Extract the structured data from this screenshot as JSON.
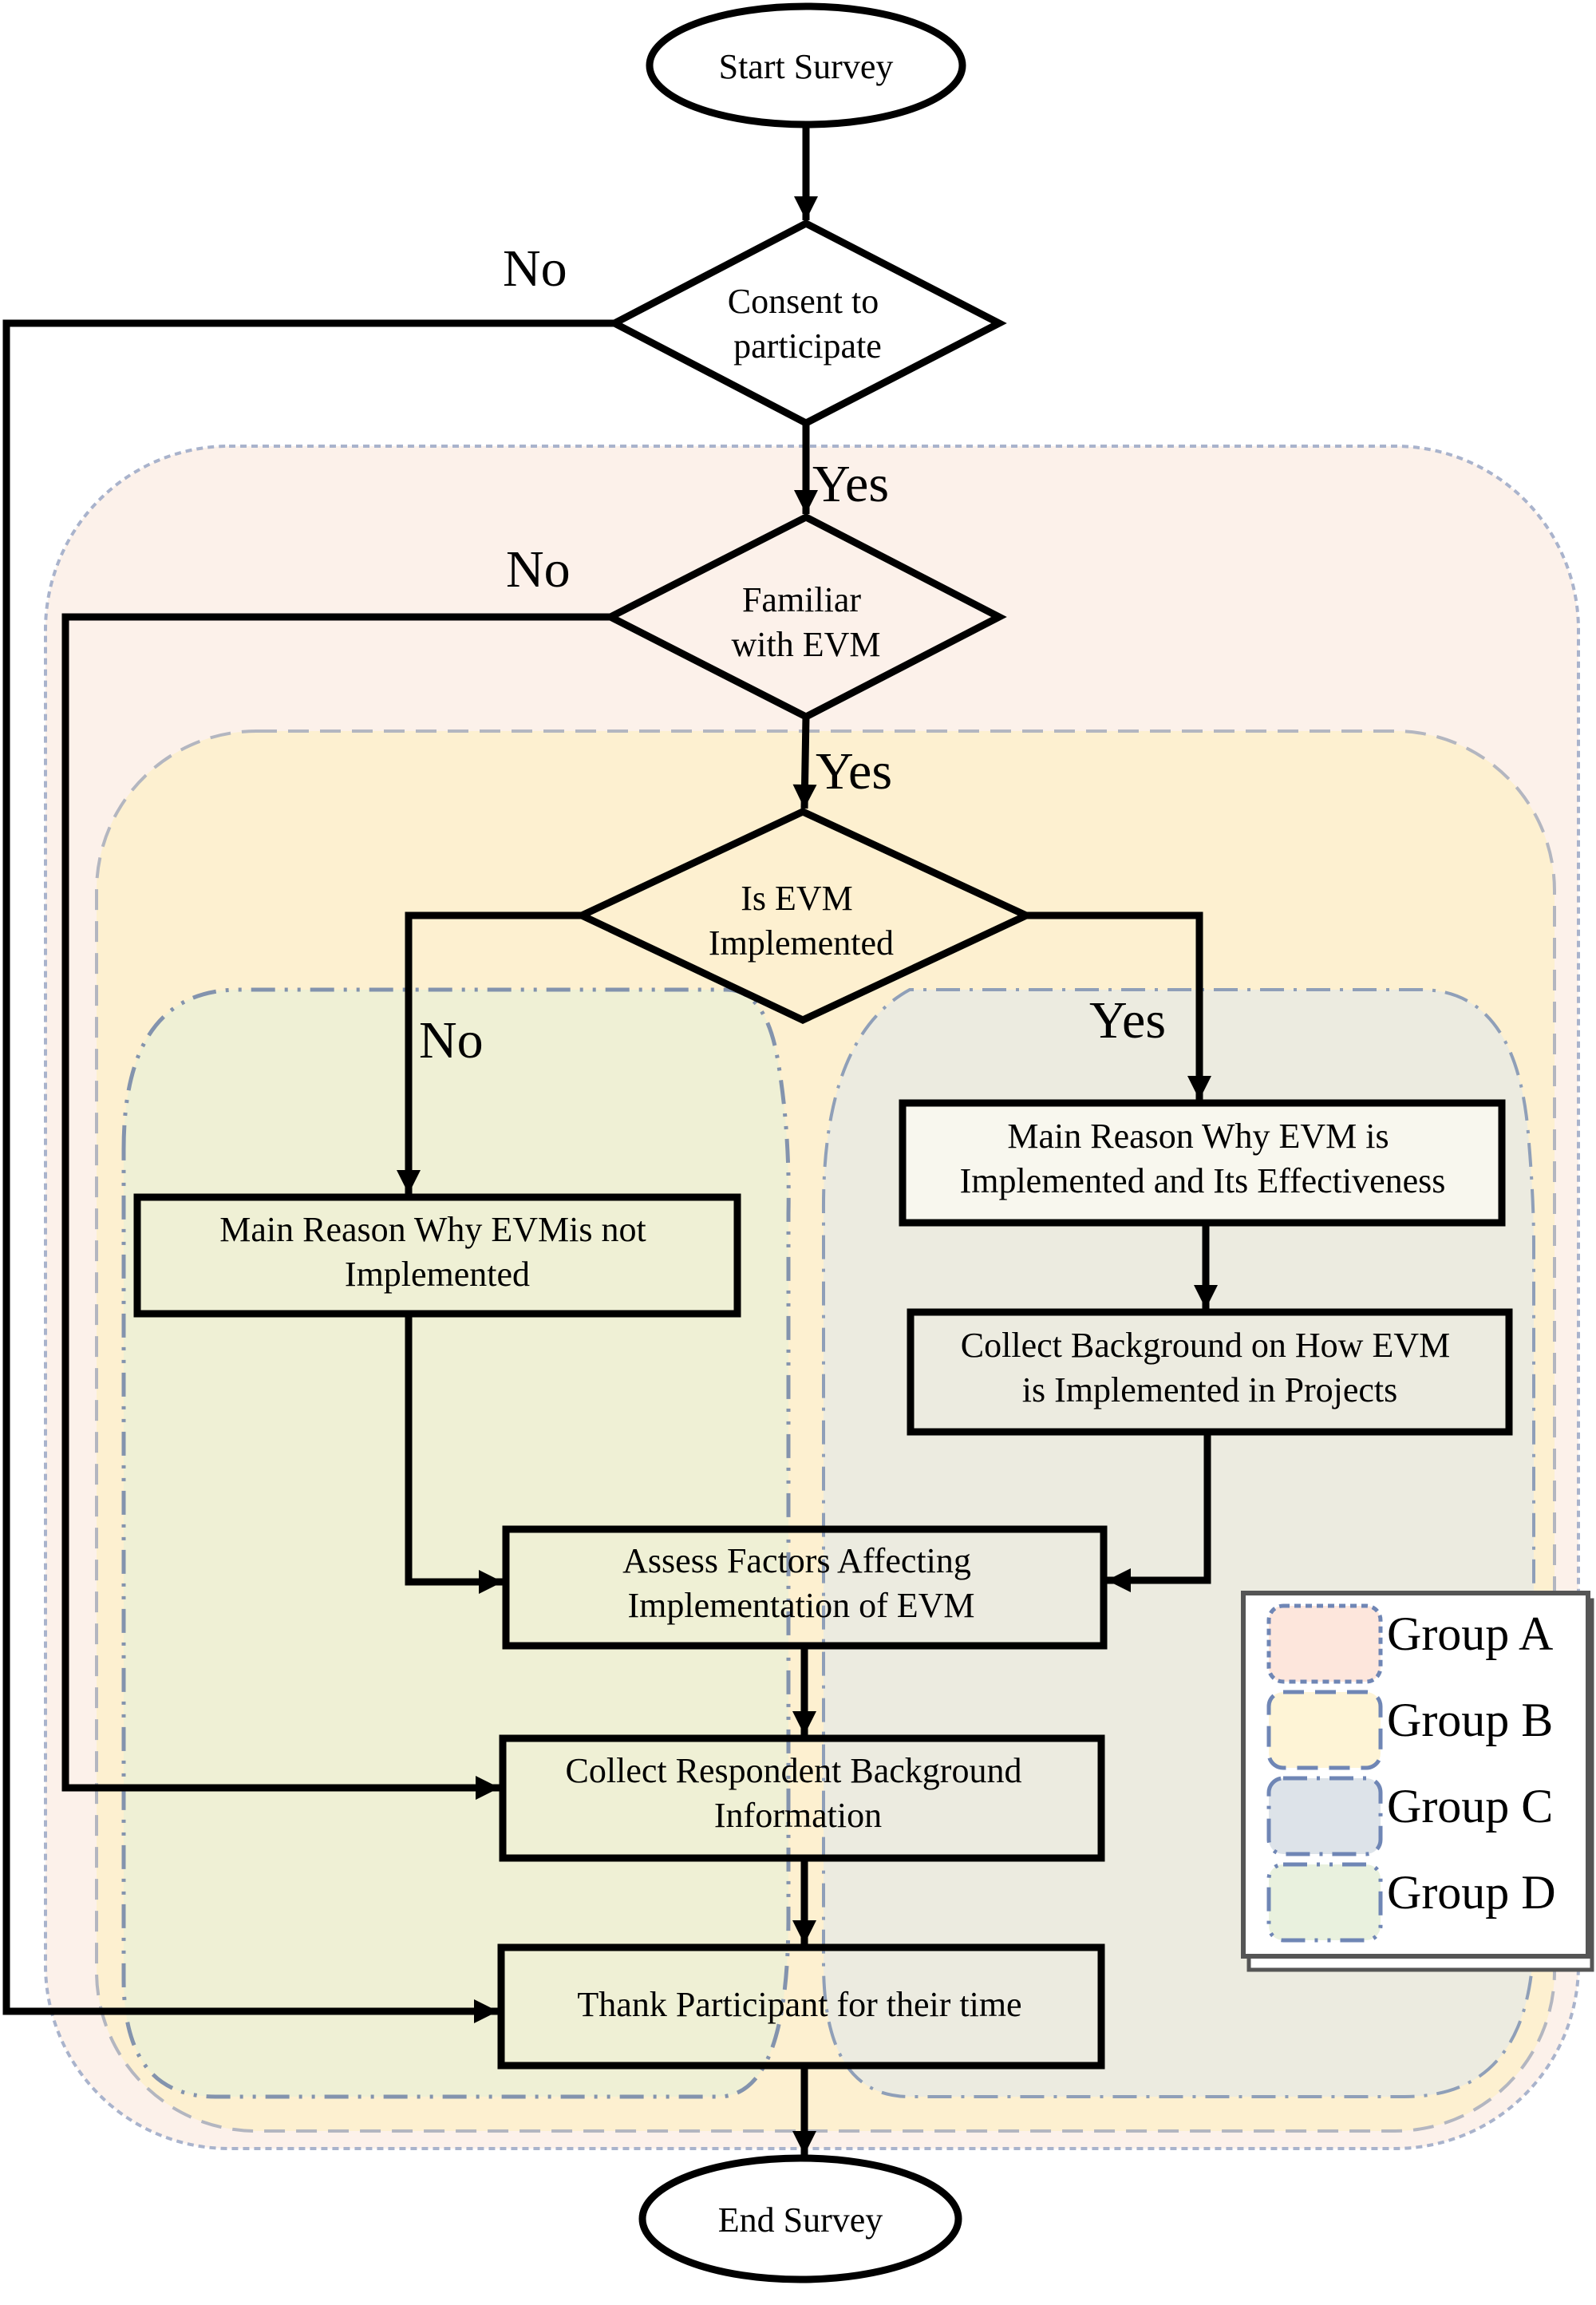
{
  "diagram": {
    "type": "flowchart",
    "nodes": {
      "start": {
        "shape": "ellipse",
        "lines": [
          "Start Survey"
        ]
      },
      "consent": {
        "shape": "diamond",
        "lines": [
          "Consent to",
          "participate"
        ]
      },
      "familiar": {
        "shape": "diamond",
        "lines": [
          "Familiar",
          "with EVM"
        ]
      },
      "implemented": {
        "shape": "diamond",
        "lines": [
          "Is EVM",
          "Implemented"
        ]
      },
      "reason_not": {
        "shape": "process",
        "lines": [
          "Main Reason Why EVMis not",
          "Implemented"
        ]
      },
      "reason_yes": {
        "shape": "process",
        "lines": [
          "Main Reason Why EVM is",
          "Implemented and Its Effectiveness"
        ]
      },
      "background_how": {
        "shape": "process",
        "lines": [
          "Collect Background on How EVM",
          "is Implemented in Projects"
        ]
      },
      "assess": {
        "shape": "process",
        "lines": [
          "Assess Factors Affecting",
          "Implementation of EVM"
        ]
      },
      "respondent": {
        "shape": "process",
        "lines": [
          "Collect Respondent Background",
          "Information"
        ]
      },
      "thank": {
        "shape": "process",
        "lines": [
          "Thank Participant for their time"
        ]
      },
      "end": {
        "shape": "ellipse",
        "lines": [
          "End Survey"
        ]
      }
    },
    "edges": [
      {
        "from": "start",
        "to": "consent",
        "label": ""
      },
      {
        "from": "consent",
        "to": "familiar",
        "label": "Yes"
      },
      {
        "from": "consent",
        "to": "thank",
        "label": "No"
      },
      {
        "from": "familiar",
        "to": "implemented",
        "label": "Yes"
      },
      {
        "from": "familiar",
        "to": "respondent",
        "label": "No"
      },
      {
        "from": "implemented",
        "to": "reason_not",
        "label": "No"
      },
      {
        "from": "implemented",
        "to": "reason_yes",
        "label": "Yes"
      },
      {
        "from": "reason_yes",
        "to": "background_how",
        "label": ""
      },
      {
        "from": "reason_not",
        "to": "assess",
        "label": ""
      },
      {
        "from": "background_how",
        "to": "assess",
        "label": ""
      },
      {
        "from": "assess",
        "to": "respondent",
        "label": ""
      },
      {
        "from": "respondent",
        "to": "thank",
        "label": ""
      },
      {
        "from": "thank",
        "to": "end",
        "label": ""
      }
    ],
    "labels": {
      "consent_no": "No",
      "consent_yes": "Yes",
      "familiar_no": "No",
      "familiar_yes": "Yes",
      "implemented_no": "No",
      "implemented_yes": "Yes"
    },
    "groups": [
      {
        "id": "A",
        "label": "Group A",
        "fill": "#fcf1ea",
        "stroke": "#a9b3cc",
        "style": "dotted"
      },
      {
        "id": "B",
        "label": "Group B",
        "fill": "#fdf0d0",
        "stroke": "#b3b6c0",
        "style": "dashed"
      },
      {
        "id": "C",
        "label": "Group C",
        "fill": "#ecebe0",
        "stroke": "#8f9fb8",
        "style": "dash-dot"
      },
      {
        "id": "D",
        "label": "Group D",
        "fill": "#eff0d5",
        "stroke": "#8393ad",
        "style": "dash-dot-dot"
      }
    ],
    "legend": {
      "items": [
        "Group A",
        "Group B",
        "Group C",
        "Group D"
      ],
      "swatch_fills": [
        "#fde6dc",
        "#fef4d6",
        "#dde3e9",
        "#e9f1de"
      ],
      "swatch_stroke": "#6f86b5"
    }
  }
}
